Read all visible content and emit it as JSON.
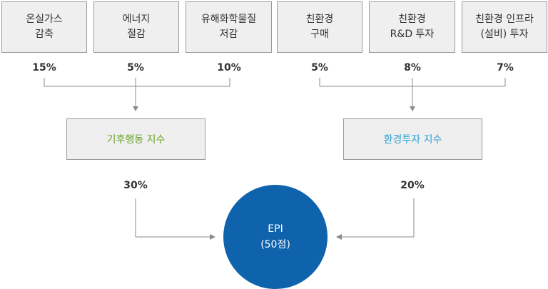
{
  "inputs": [
    {
      "label": "온실가스\n감축",
      "weight": "15%"
    },
    {
      "label": "에너지\n절감",
      "weight": "5%"
    },
    {
      "label": "유해화학물질\n저감",
      "weight": "10%"
    },
    {
      "label": "친환경\n구매",
      "weight": "5%"
    },
    {
      "label": "친환경\nR&D 투자",
      "weight": "8%"
    },
    {
      "label": "친환경 인프라\n(설비) 투자",
      "weight": "7%"
    }
  ],
  "indices": [
    {
      "label": "기후행동 지수",
      "weight": "30%",
      "color": "#6aa32b"
    },
    {
      "label": "환경투자 지수",
      "weight": "20%",
      "color": "#2b9fd0"
    }
  ],
  "result": {
    "line1": "EPI",
    "line2": "(50점)",
    "color": "#0e63ac"
  },
  "colors": {
    "box_fill": "#efefef",
    "box_border": "#9a9a9a",
    "connector": "#8a8a8a"
  }
}
